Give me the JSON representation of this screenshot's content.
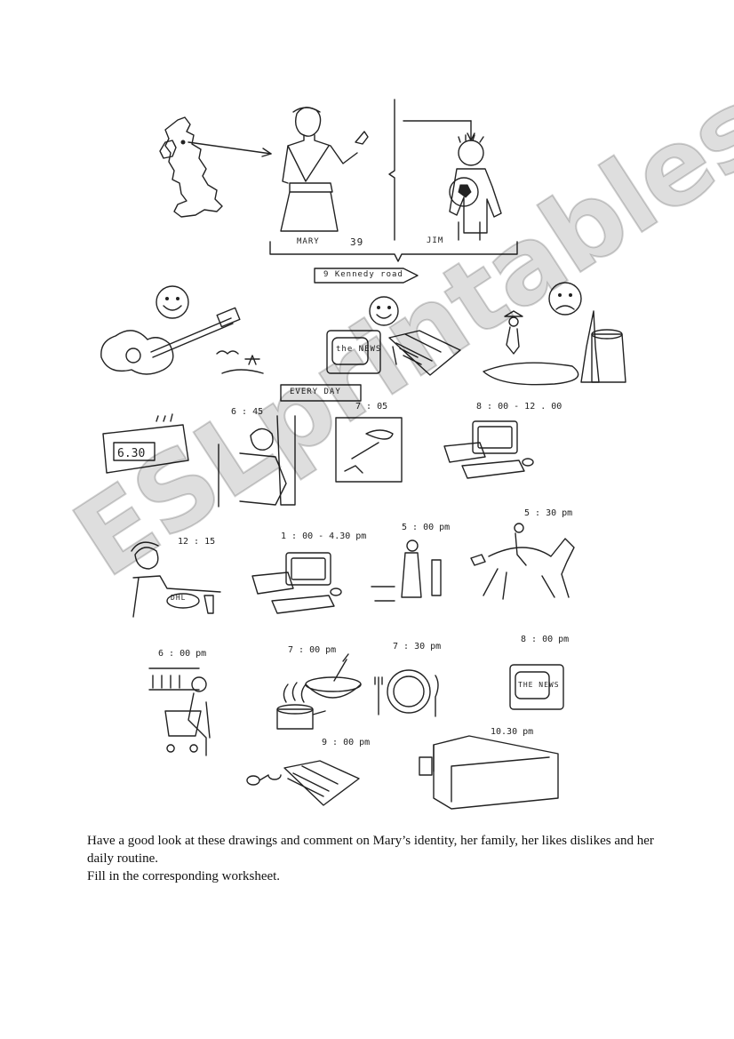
{
  "labels": {
    "name": "MARY",
    "age": "39",
    "son": "JIM",
    "address": "9 Kennedy road",
    "every_day": "EVERY DAY",
    "news_tv_top": "the NEWS",
    "news_tv_bottom": "THE NEWS",
    "alarm": "6.30",
    "badge": "DHL"
  },
  "times": {
    "t1": "6 : 45",
    "t2": "7 : 05",
    "t3": "8 : 00 - 12 . 00",
    "t4": "12 : 15",
    "t5": "1 : 00 - 4.30 pm",
    "t6": "5 : 00 pm",
    "t7": "5 : 30 pm",
    "t8": "6 : 00 pm",
    "t9": "7 : 00 pm",
    "t10": "7 : 30 pm",
    "t11": "8 : 00 pm",
    "t12": "9 : 00 pm",
    "t13": "10.30 pm"
  },
  "watermark": "ESLprintables.com",
  "instructions": {
    "line1": "Have a good look at these drawings and comment on Mary’s identity, her family, her likes dislikes and her daily routine.",
    "line2": "Fill in the corresponding worksheet."
  }
}
